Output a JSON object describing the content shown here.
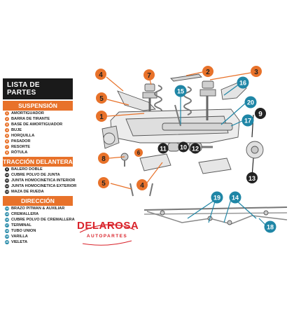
{
  "legend": {
    "title": "LISTA DE PARTES",
    "sections": [
      {
        "name": "SUSPENSIÓN",
        "items": [
          {
            "n": "1",
            "label": "AMORTIGUADOR",
            "color": "#e8722a"
          },
          {
            "n": "2",
            "label": "BARRA DE TIRANTE",
            "color": "#e8722a"
          },
          {
            "n": "3",
            "label": "BASE DE AMORTIGUADOR",
            "color": "#e8722a"
          },
          {
            "n": "4",
            "label": "BUJE",
            "color": "#e8722a"
          },
          {
            "n": "5",
            "label": "HORQUILLA",
            "color": "#e8722a"
          },
          {
            "n": "6",
            "label": "PASADOR",
            "color": "#e8722a"
          },
          {
            "n": "7",
            "label": "RESORTE",
            "color": "#e8722a"
          },
          {
            "n": "8",
            "label": "RÓTULA",
            "color": "#e8722a"
          }
        ]
      },
      {
        "name": "TRACCIÓN DELANTERA",
        "items": [
          {
            "n": "9",
            "label": "BALERO DOBLE",
            "color": "#222222"
          },
          {
            "n": "10",
            "label": "CUBRE POLVO DE JUNTA",
            "color": "#222222"
          },
          {
            "n": "11",
            "label": "JUNTA HOMOCINETICA INTERIOR",
            "color": "#222222"
          },
          {
            "n": "12",
            "label": "JUNTA HOMOCINETICA EXTERIOR",
            "color": "#222222"
          },
          {
            "n": "13",
            "label": "MAZA DE RUEDA",
            "color": "#222222"
          }
        ]
      },
      {
        "name": "DIRECCIÓN",
        "items": [
          {
            "n": "14",
            "label": "BRAZO PITMAN & AUXILIAR",
            "color": "#1f86a6"
          },
          {
            "n": "15",
            "label": "CREMALLERA",
            "color": "#1f86a6"
          },
          {
            "n": "16",
            "label": "CUBRE POLVO DE CREMALLERA",
            "color": "#1f86a6"
          },
          {
            "n": "17",
            "label": "TERMINAL",
            "color": "#1f86a6"
          },
          {
            "n": "18",
            "label": "TUBO UNION",
            "color": "#1f86a6"
          },
          {
            "n": "19",
            "label": "VARILLA",
            "color": "#1f86a6"
          },
          {
            "n": "20",
            "label": "VIELETA",
            "color": "#1f86a6"
          }
        ]
      }
    ]
  },
  "logo": {
    "name": "DELAROSA",
    "tagline": "AUTOPARTES"
  },
  "callouts": [
    {
      "n": "4"
    },
    {
      "n": "7"
    },
    {
      "n": "2"
    },
    {
      "n": "3"
    },
    {
      "n": "5"
    },
    {
      "n": "15"
    },
    {
      "n": "16"
    },
    {
      "n": "1"
    },
    {
      "n": "20"
    },
    {
      "n": "9"
    },
    {
      "n": "17"
    },
    {
      "n": "11"
    },
    {
      "n": "10"
    },
    {
      "n": "12"
    },
    {
      "n": "8"
    },
    {
      "n": "6"
    },
    {
      "n": "5"
    },
    {
      "n": "4"
    },
    {
      "n": "13"
    },
    {
      "n": "19"
    },
    {
      "n": "14"
    },
    {
      "n": "18"
    }
  ],
  "colors": {
    "orange": "#e8722a",
    "dark": "#222222",
    "blue": "#1f86a6",
    "red": "#d9232b"
  }
}
